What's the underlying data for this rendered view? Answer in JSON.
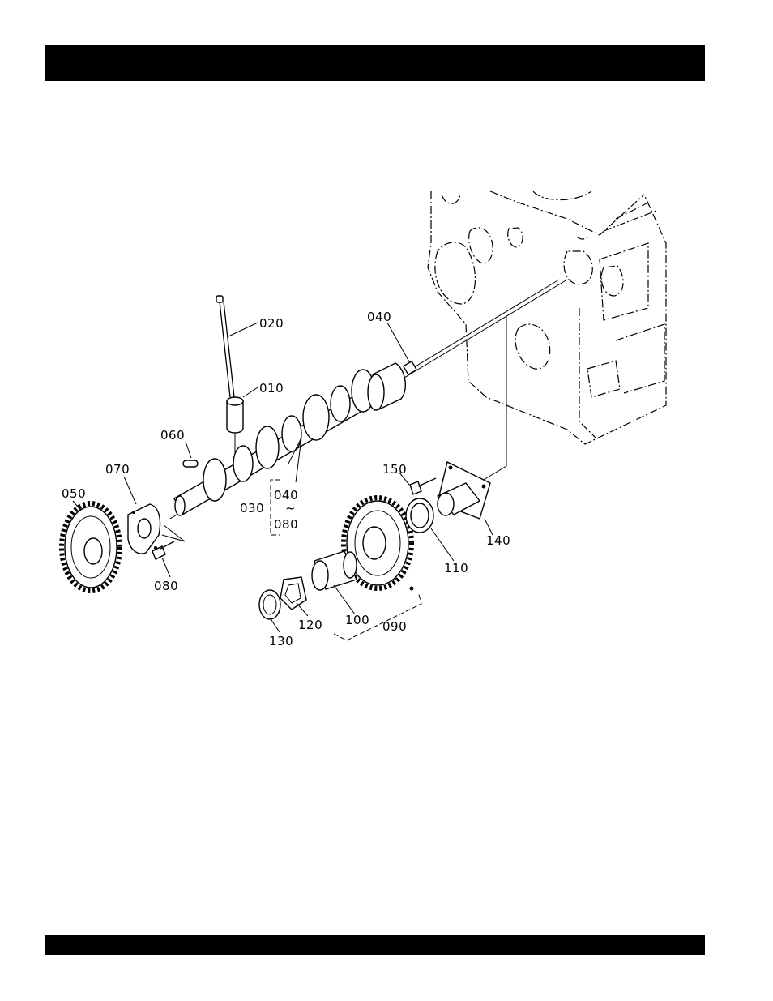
{
  "header": {
    "title": ""
  },
  "footer": {
    "text": ""
  },
  "diagram": {
    "callouts": {
      "c010": "010",
      "c020": "020",
      "c030": "030",
      "c040_top": "040",
      "c040_range": "040",
      "c080_range": "080",
      "c050": "050",
      "c060": "060",
      "c070": "070",
      "c080": "080",
      "c090": "090",
      "c100": "100",
      "c110": "110",
      "c120": "120",
      "c130": "130",
      "c140": "140",
      "c150": "150",
      "tilde": "~"
    }
  }
}
